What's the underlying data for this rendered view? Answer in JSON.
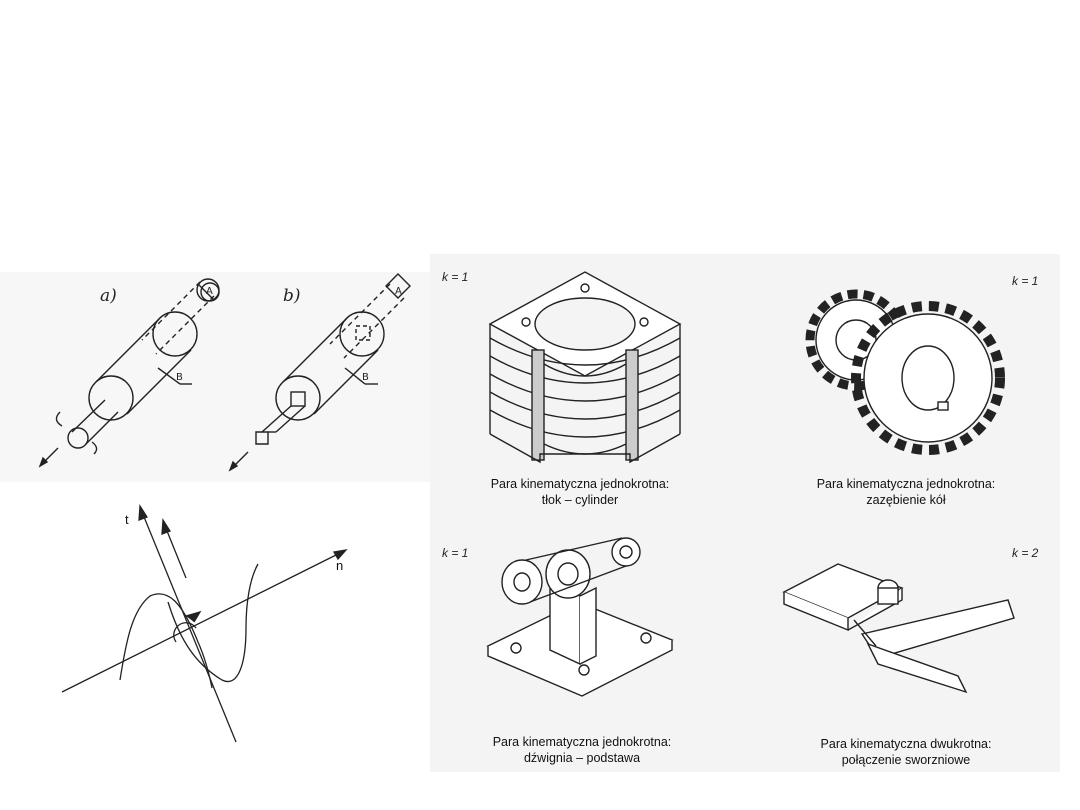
{
  "panel_shafts": {
    "label_a": "a)",
    "label_b": "b)",
    "mark_A": "A",
    "mark_B": "B"
  },
  "panel_contact": {
    "axis_t": "t",
    "axis_n": "n"
  },
  "panel_piston": {
    "k_label": "k = 1",
    "caption_line1": "Para kinematyczna jednokrotna:",
    "caption_line2": "tłok – cylinder"
  },
  "panel_gears": {
    "k_label": "k = 1",
    "caption_line1": "Para kinematyczna jednokrotna:",
    "caption_line2": "zazębienie kół"
  },
  "panel_lever": {
    "k_label": "k = 1",
    "caption_line1": "Para kinematyczna jednokrotna:",
    "caption_line2": "dźwignia – podstawa"
  },
  "panel_pin": {
    "k_label": "k = 2",
    "caption_line1": "Para kinematyczna dwukrotna:",
    "caption_line2": "połączenie sworzniowe"
  }
}
